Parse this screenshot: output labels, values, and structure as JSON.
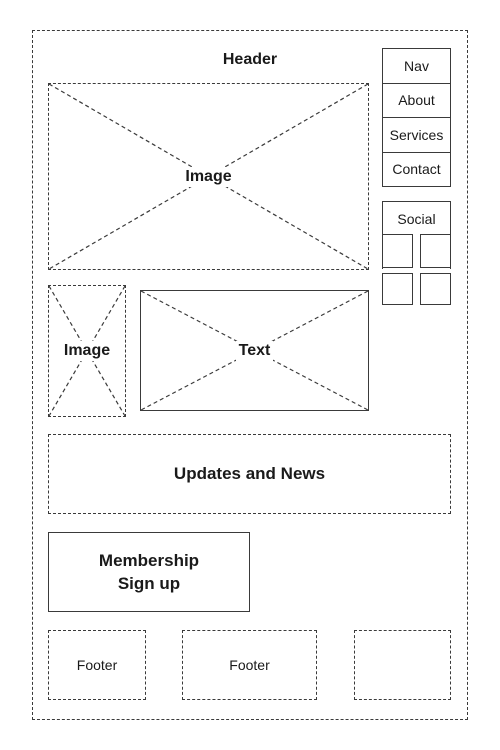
{
  "header": {
    "label": "Header"
  },
  "nav": {
    "items": [
      {
        "label": "Nav"
      },
      {
        "label": "About"
      },
      {
        "label": "Services"
      },
      {
        "label": "Contact"
      }
    ]
  },
  "social": {
    "label": "Social"
  },
  "hero_image": {
    "label": "Image"
  },
  "side_image": {
    "label": "Image"
  },
  "text_block": {
    "label": "Text"
  },
  "updates": {
    "label": "Updates and News"
  },
  "membership": {
    "line1": "Membership",
    "line2": "Sign up"
  },
  "footer": {
    "items": [
      {
        "label": "Footer"
      },
      {
        "label": "Footer"
      },
      {
        "label": ""
      }
    ]
  }
}
